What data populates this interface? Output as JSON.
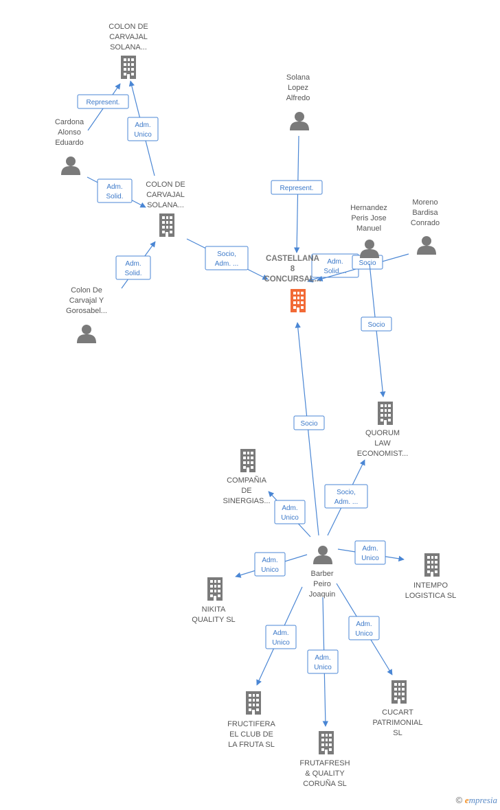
{
  "colors": {
    "edge": "#4a86d4",
    "node": "#7a7a7a",
    "main": "#f26a36",
    "label": "#555555"
  },
  "nodes": [
    {
      "id": "colon1",
      "type": "company",
      "label": [
        "COLON DE",
        "CARVAJAL",
        "SOLANA..."
      ]
    },
    {
      "id": "cardona",
      "type": "person",
      "label": [
        "Cardona",
        "Alonso",
        "Eduardo"
      ]
    },
    {
      "id": "colon2",
      "type": "company",
      "label": [
        "COLON DE",
        "CARVAJAL",
        "SOLANA..."
      ]
    },
    {
      "id": "colonp",
      "type": "person",
      "label": [
        "Colon De",
        "Carvajal Y",
        "Gorosabel..."
      ]
    },
    {
      "id": "solana",
      "type": "person",
      "label": [
        "Solana",
        "Lopez",
        "Alfredo"
      ]
    },
    {
      "id": "hernandez",
      "type": "person",
      "label": [
        "Hernandez",
        "Peris Jose",
        "Manuel"
      ]
    },
    {
      "id": "moreno",
      "type": "person",
      "label": [
        "Moreno",
        "Bardisa",
        "Conrado"
      ]
    },
    {
      "id": "main",
      "type": "main",
      "label": [
        "CASTELLANA",
        "8",
        "CONCURSAL..."
      ]
    },
    {
      "id": "quorum",
      "type": "company",
      "label": [
        "QUORUM",
        "LAW",
        "ECONOMIST..."
      ]
    },
    {
      "id": "compania",
      "type": "company",
      "label": [
        "COMPAÑIA",
        "DE",
        "SINERGIAS..."
      ]
    },
    {
      "id": "barber",
      "type": "person",
      "label": [
        "Barber",
        "Peiro",
        "Joaquin"
      ]
    },
    {
      "id": "intempo",
      "type": "company",
      "label": [
        "INTEMPO",
        "LOGISTICA  SL"
      ]
    },
    {
      "id": "nikita",
      "type": "company",
      "label": [
        "NIKITA",
        "QUALITY SL"
      ]
    },
    {
      "id": "fructifera",
      "type": "company",
      "label": [
        "FRUCTIFERA",
        "EL CLUB DE",
        "LA FRUTA SL"
      ]
    },
    {
      "id": "frutafresh",
      "type": "company",
      "label": [
        "FRUTAFRESH",
        "& QUALITY",
        "CORUÑA  SL"
      ]
    },
    {
      "id": "cucart",
      "type": "company",
      "label": [
        "CUCART",
        "PATRIMONIAL",
        "SL"
      ]
    }
  ],
  "edges": [
    {
      "id": "e1",
      "label": [
        "Represent."
      ]
    },
    {
      "id": "e2",
      "label": [
        "Adm.",
        "Unico"
      ]
    },
    {
      "id": "e3",
      "label": [
        "Adm.",
        "Solid."
      ]
    },
    {
      "id": "e4",
      "label": [
        "Adm.",
        "Solid."
      ]
    },
    {
      "id": "e5",
      "label": [
        "Socio,",
        "Adm. ..."
      ]
    },
    {
      "id": "e6",
      "label": [
        "Represent."
      ]
    },
    {
      "id": "e7",
      "label": [
        "Adm.",
        "Solid...."
      ]
    },
    {
      "id": "e8",
      "label": [
        "Socio"
      ]
    },
    {
      "id": "e9",
      "label": [
        "Socio"
      ]
    },
    {
      "id": "e10",
      "label": [
        "Socio"
      ]
    },
    {
      "id": "e11",
      "label": [
        "Socio,",
        "Adm. ..."
      ]
    },
    {
      "id": "e12",
      "label": [
        "Adm.",
        "Unico"
      ]
    },
    {
      "id": "e13",
      "label": [
        "Adm.",
        "Unico"
      ]
    },
    {
      "id": "e14",
      "label": [
        "Adm.",
        "Unico"
      ]
    },
    {
      "id": "e15",
      "label": [
        "Adm.",
        "Unico"
      ]
    },
    {
      "id": "e16",
      "label": [
        "Adm.",
        "Unico"
      ]
    },
    {
      "id": "e17",
      "label": [
        "Adm.",
        "Unico"
      ]
    }
  ],
  "brand": {
    "copyright": "©",
    "initial": "e",
    "rest": "mpresia"
  }
}
